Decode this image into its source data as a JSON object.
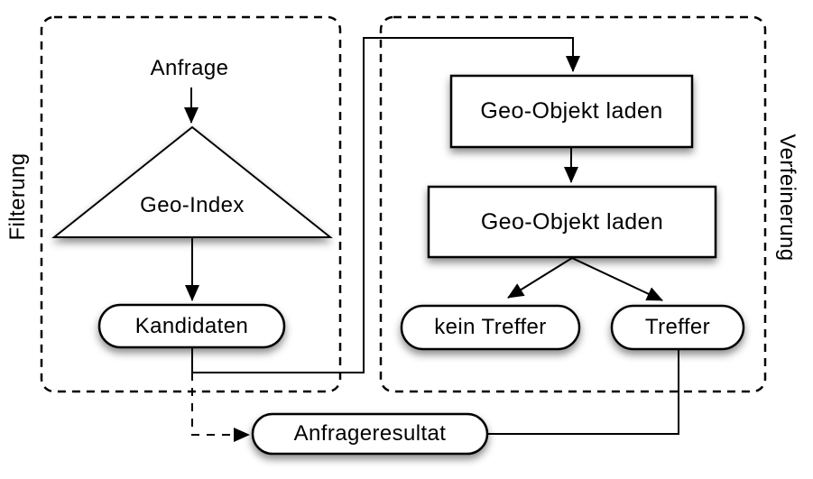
{
  "colors": {
    "background": "#ffffff",
    "stroke": "#000000",
    "node_fill": "#ffffff",
    "shadow": "rgba(0,0,0,0.45)"
  },
  "regions": {
    "filtering": {
      "label": "Filterung"
    },
    "refinement": {
      "label": "Verfeinerung"
    }
  },
  "nodes": {
    "anfrage": {
      "label": "Anfrage",
      "shape": "text"
    },
    "geo_index": {
      "label": "Geo-Index",
      "shape": "triangle"
    },
    "kandidaten": {
      "label": "Kandidaten",
      "shape": "pill"
    },
    "geo_objekt_laden_1": {
      "label": "Geo-Objekt laden",
      "shape": "rect"
    },
    "geo_objekt_laden_2": {
      "label": "Geo-Objekt laden",
      "shape": "rect"
    },
    "kein_treffer": {
      "label": "kein Treffer",
      "shape": "pill"
    },
    "treffer": {
      "label": "Treffer",
      "shape": "pill"
    },
    "anfrageresultat": {
      "label": "Anfrageresultat",
      "shape": "pill"
    }
  },
  "edges": [
    {
      "from": "anfrage",
      "to": "geo_index",
      "style": "solid-arrow"
    },
    {
      "from": "geo_index",
      "to": "kandidaten",
      "style": "solid-arrow"
    },
    {
      "from": "kandidaten",
      "to": "geo_objekt_laden_1",
      "style": "solid-arrow"
    },
    {
      "from": "geo_objekt_laden_1",
      "to": "geo_objekt_laden_2",
      "style": "solid-arrow"
    },
    {
      "from": "geo_objekt_laden_2",
      "to": "kein_treffer",
      "style": "solid-arrow"
    },
    {
      "from": "geo_objekt_laden_2",
      "to": "treffer",
      "style": "solid-arrow"
    },
    {
      "from": "kandidaten",
      "to": "anfrageresultat",
      "style": "dashed-arrow"
    },
    {
      "from": "treffer",
      "to": "anfrageresultat",
      "style": "solid-line"
    }
  ]
}
